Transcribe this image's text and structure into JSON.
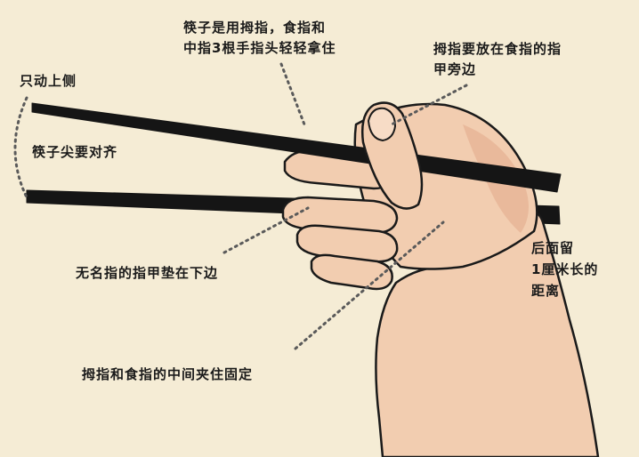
{
  "annotations": {
    "thumb_middle": {
      "line1": "筷子是用拇指，食指和",
      "line2": "中指3根手指头轻轻拿住"
    },
    "thumb_nail": {
      "line1": "拇指要放在食指的指",
      "line2": "甲旁边"
    },
    "upper_side": "只动上侧",
    "tips_aligned": "筷子尖要对齐",
    "ring_finger": "无名指的指甲垫在下边",
    "distance": {
      "line1": "后面留",
      "line2": "1厘米长的",
      "line3": "距离"
    },
    "fixed": "拇指和食指的中间夹住固定"
  },
  "colors": {
    "background": "#f5ecd5",
    "skin": "#f2cdb0",
    "skin_shadow": "#e2aa8a",
    "outline": "#1a1a1a",
    "chopstick": "#151515",
    "dotted_line": "#5a5a5a"
  }
}
